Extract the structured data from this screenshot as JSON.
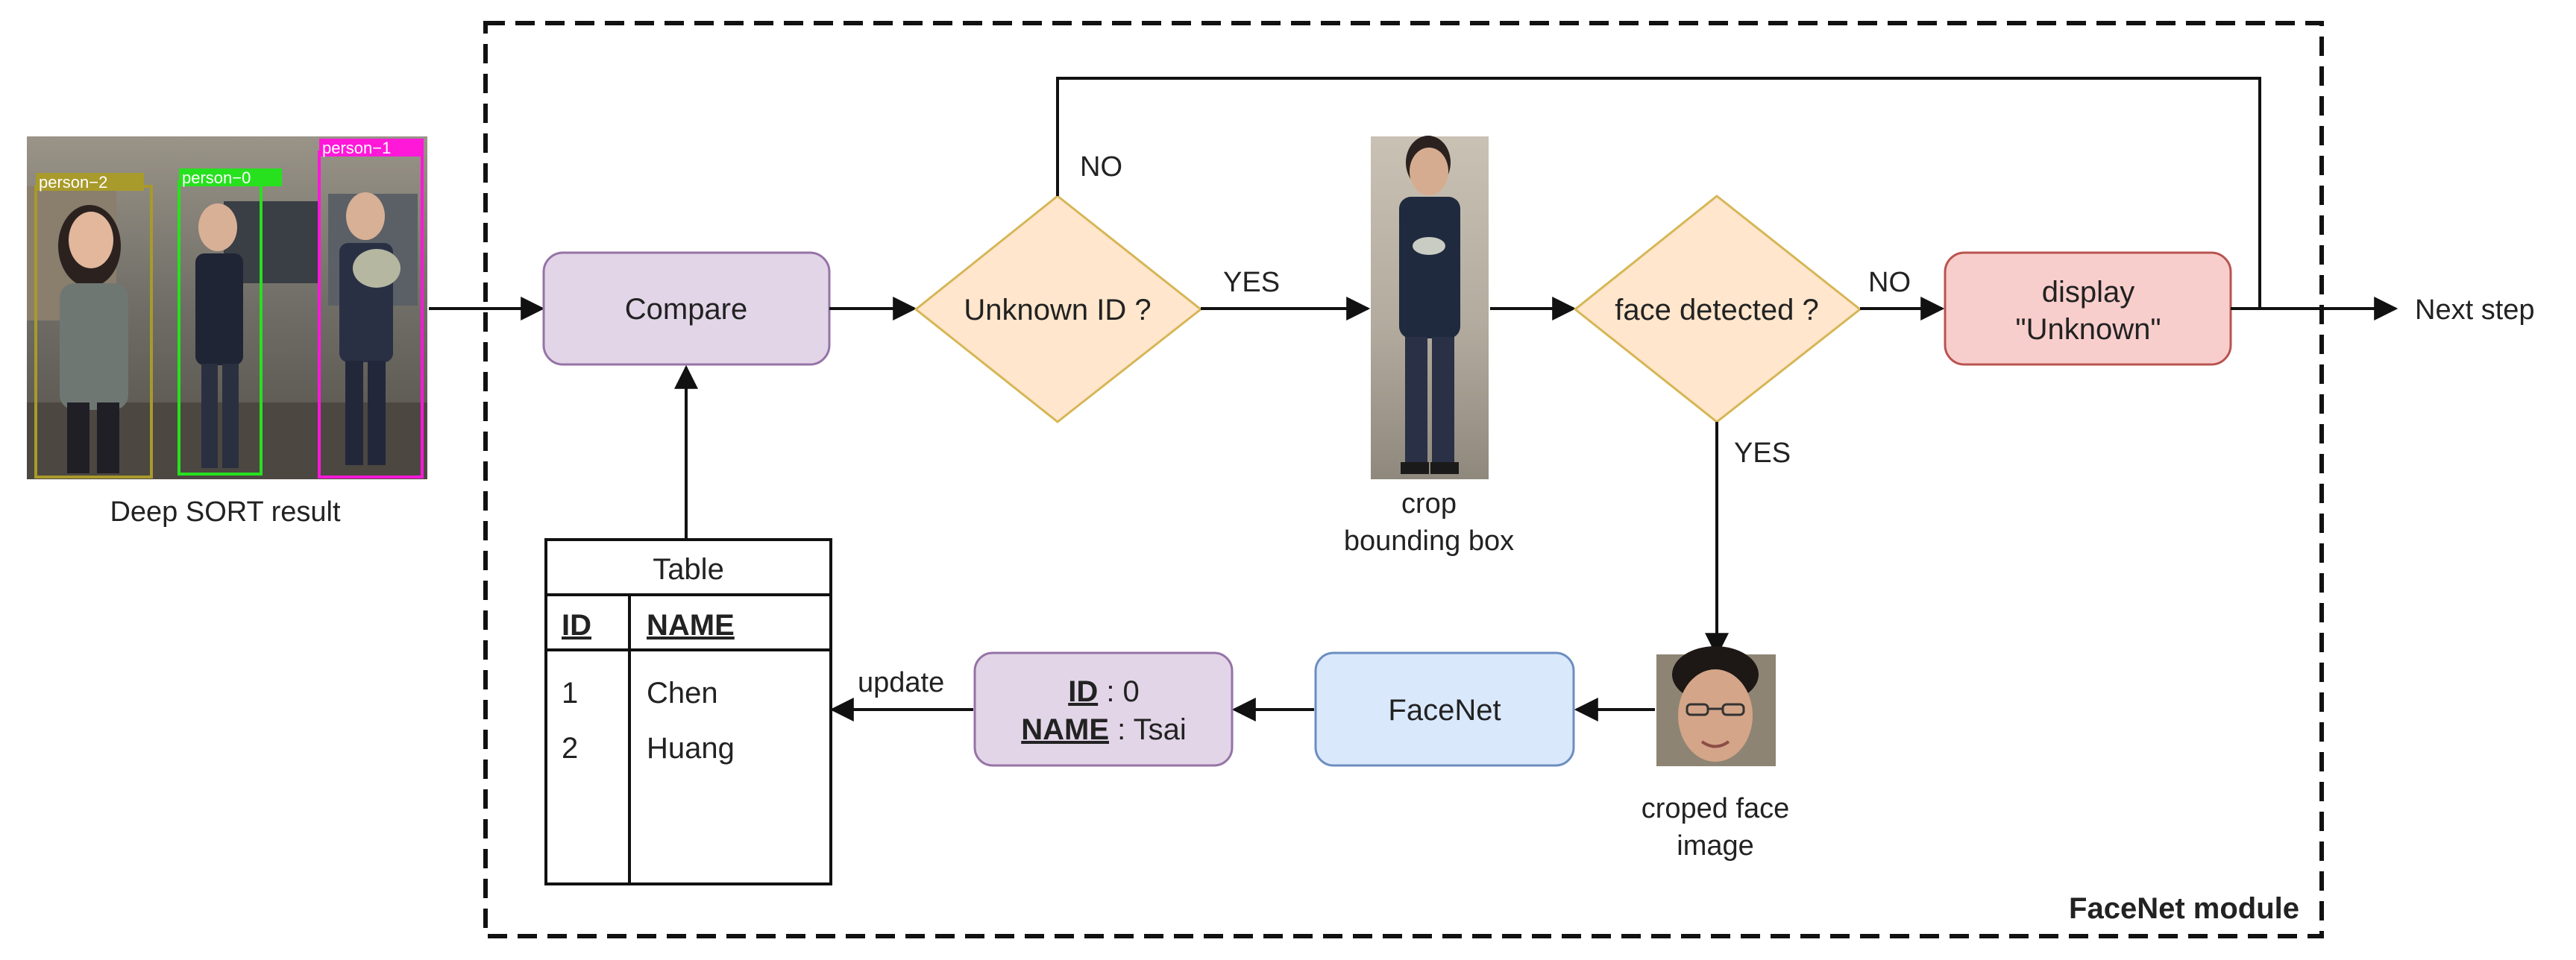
{
  "module_title": "FaceNet module",
  "input": {
    "caption": "Deep SORT result",
    "detections": [
      {
        "label": "person−2",
        "color": "#a89a2b"
      },
      {
        "label": "person−0",
        "color": "#27e11f"
      },
      {
        "label": "person−1",
        "color": "#ff18d8"
      }
    ]
  },
  "nodes": {
    "compare": "Compare",
    "unknown_id": "Unknown ID ?",
    "crop_caption_line1": "crop",
    "crop_caption_line2": "bounding box",
    "face_detected": "face detected ?",
    "display_line1": "display",
    "display_line2": "\"Unknown\"",
    "next_step": "Next step",
    "facenet": "FaceNet",
    "face_caption_line1": "croped face",
    "face_caption_line2": "image",
    "result_id_key": "ID",
    "result_id_val": " : 0",
    "result_name_key": "NAME",
    "result_name_val": " : Tsai"
  },
  "edge_labels": {
    "no_top": "NO",
    "yes_unknown": "YES",
    "no_face": "NO",
    "yes_face": "YES",
    "update": "update"
  },
  "table": {
    "title": "Table",
    "headers": [
      "ID",
      "NAME"
    ],
    "rows": [
      [
        "1",
        "Chen"
      ],
      [
        "2",
        "Huang"
      ]
    ]
  },
  "colors": {
    "purple_fill": "#e1d5e7",
    "purple_stroke": "#9673a6",
    "diamond_fill": "#ffe6cc",
    "diamond_stroke": "#d6b656",
    "red_fill": "#f8cecc",
    "red_stroke": "#b85450",
    "blue_fill": "#dae8fc",
    "blue_stroke": "#6c8ebf"
  }
}
